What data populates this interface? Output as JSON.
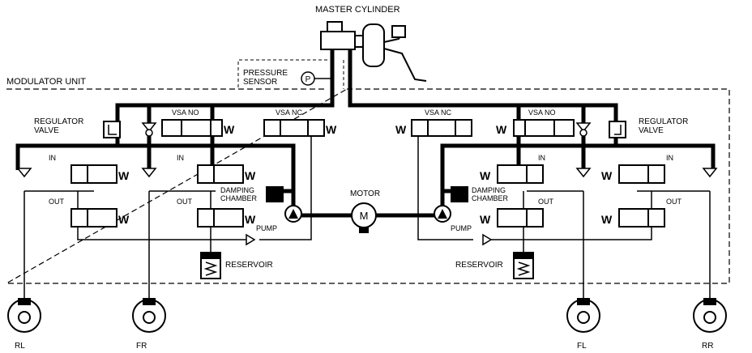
{
  "title": "MASTER CYLINDER",
  "labels": {
    "modulator_unit": "MODULATOR UNIT",
    "pressure_sensor_line1": "PRESSURE",
    "pressure_sensor_line2": "SENSOR",
    "pressure_symbol": "P",
    "regulator_left_line1": "REGULATOR",
    "regulator_left_line2": "VALVE",
    "regulator_right_line1": "REGULATOR",
    "regulator_right_line2": "VALVE",
    "vsa_no": "VSA NO",
    "vsa_nc": "VSA NC",
    "in": "IN",
    "out": "OUT",
    "damping_line1": "DAMPING",
    "damping_line2": "CHAMBER",
    "pump": "PUMP",
    "motor": "MOTOR",
    "motor_symbol": "M",
    "reservoir": "RESERVOIR",
    "solenoid": "W"
  },
  "wheels": [
    "RL",
    "FR",
    "FL",
    "RR"
  ]
}
